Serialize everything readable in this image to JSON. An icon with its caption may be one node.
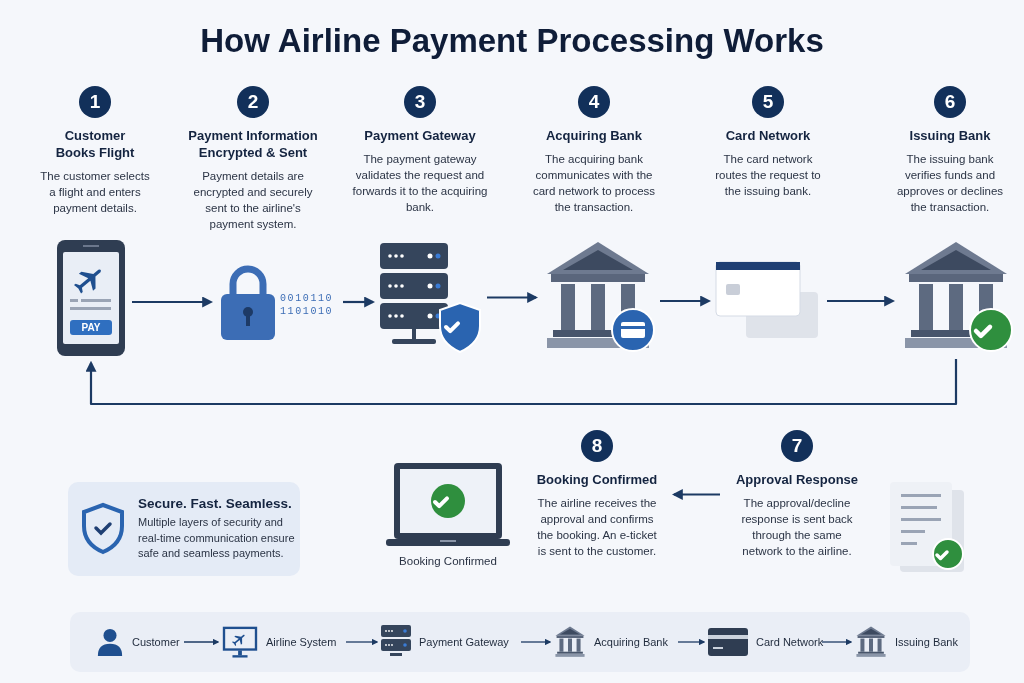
{
  "diagram": {
    "title": "How Airline Payment Processing Works",
    "nodes": [
      {
        "text": [
          "1",
          "Customer Books Flight",
          "The customer selects a flight and enters payment details."
        ]
      },
      {
        "text": [
          "2",
          "Payment Information Encrypted & Sent",
          "Payment details are encrypted and securely sent to the airline's payment system."
        ]
      },
      {
        "text": [
          "3",
          "Payment Gateway",
          "The payment gateway validates the request and forwards it to the acquiring bank."
        ]
      },
      {
        "text": [
          "4",
          "Acquiring Bank",
          "The acquiring bank communicates with the card network to process the transaction."
        ]
      },
      {
        "text": [
          "5",
          "Card Network",
          "The card network routes the request to the issuing bank."
        ]
      },
      {
        "text": [
          "6",
          "Issuing Bank",
          "The issuing bank verifies funds and approves or declines the transaction."
        ]
      },
      {
        "text": [
          "PAY"
        ]
      },
      {
        "text": [],
        "shape": "picture",
        "beside": [
          "0010110 1101010"
        ]
      },
      {
        "text": [],
        "shape": "picture"
      },
      {
        "text": [],
        "shape": "picture"
      },
      {
        "text": [],
        "shape": "picture"
      },
      {
        "text": [],
        "shape": "picture"
      },
      {
        "text": [
          "8",
          "Booking Confirmed",
          "The airline receives the approval and confirms the booking. An e-ticket is sent to the customer."
        ]
      },
      {
        "text": [
          "7",
          "Approval Response",
          "The approval/decline response is sent back through the same network to the airline."
        ]
      },
      {
        "text": [],
        "shape": "picture",
        "beside": [
          "Booking Confirmed"
        ]
      },
      {
        "text": [],
        "shape": "picture"
      },
      {
        "text": [
          "Secure. Fast. Seamless.",
          "Multiple layers of security and real-time communication ensure safe and seamless payments."
        ]
      },
      {
        "text": [],
        "shape": "box"
      },
      {
        "text": [
          "Customer"
        ],
        "in": 17
      },
      {
        "text": [
          "Airline System"
        ],
        "in": 17
      },
      {
        "text": [
          "Payment Gateway"
        ],
        "in": 17
      },
      {
        "text": [
          "Acquiring Bank"
        ],
        "in": 17
      },
      {
        "text": [
          "Card Network"
        ],
        "in": 17
      },
      {
        "text": [
          "Issuing Bank"
        ],
        "in": 17
      }
    ],
    "edges": [
      {
        "from": 6,
        "to": 7,
        "arrow": "to"
      },
      {
        "from": 7,
        "to": 8,
        "arrow": "to"
      },
      {
        "from": 8,
        "to": 9,
        "arrow": "to"
      },
      {
        "from": 9,
        "to": 10,
        "arrow": "to"
      },
      {
        "from": 10,
        "to": 11,
        "arrow": "to"
      },
      {
        "from": 11,
        "to": 6,
        "arrow": "to"
      },
      {
        "from": 13,
        "to": 12,
        "arrow": "to"
      },
      {
        "from": 18,
        "to": 19,
        "arrow": "to"
      },
      {
        "from": 19,
        "to": 20,
        "arrow": "to"
      },
      {
        "from": 20,
        "to": 21,
        "arrow": "to"
      },
      {
        "from": 21,
        "to": 22,
        "arrow": "to"
      },
      {
        "from": 22,
        "to": 23,
        "arrow": "to"
      }
    ]
  }
}
